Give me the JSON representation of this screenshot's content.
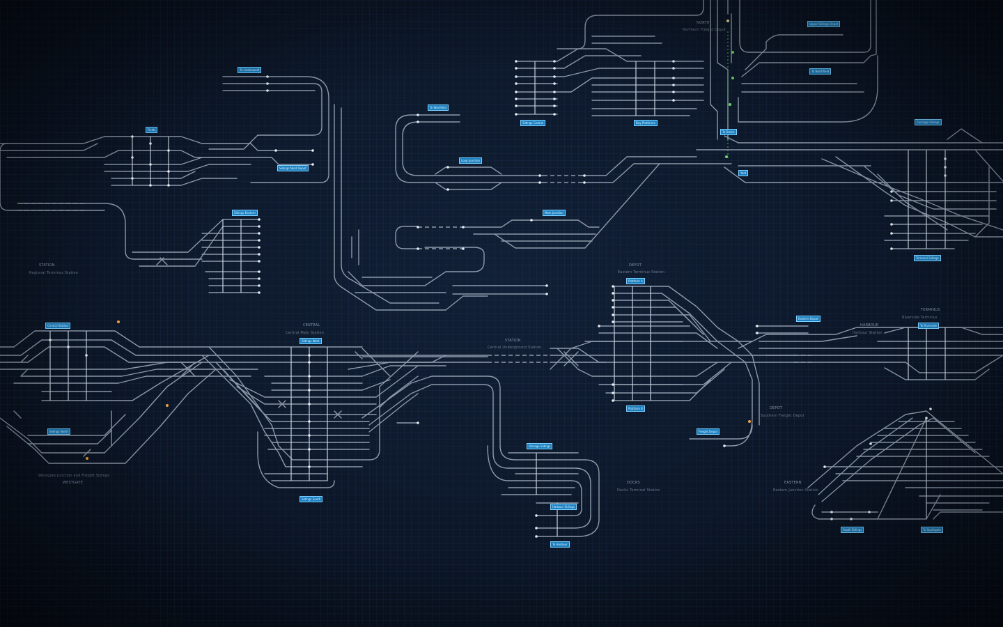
{
  "colors": {
    "background": "#0c1729",
    "track": "#8d9aab",
    "tag_fill": "#1c7fbf",
    "tag_border": "#7fd0ff",
    "green_signal": "#6ad66a"
  },
  "tags": {
    "t1": "To Lindenwold",
    "t2": "Fields",
    "t3": "Sidings Nord Depot",
    "t4": "Sidings Eastern",
    "t5": "To Westfield",
    "t6": "Loop Junction",
    "t7": "Main Junction",
    "t8": "Sidings Central",
    "t9": "Bay Platforms",
    "t10": "Upper Sidings Depot",
    "t11": "Carriage Sidings",
    "t12": "Terminal Sidings",
    "t13": "Platform A",
    "t14": "Platform B",
    "t15": "Central Station",
    "t16": "Sidings West",
    "t17": "Sidings North",
    "t18": "Sidings South",
    "t19": "Eastern Depot",
    "t20": "To Riverside",
    "t21": "Freight Depot",
    "t22": "Storage Sidings",
    "t23": "Harbour Sidings",
    "t24": "To Harbour",
    "t25": "South Sidings",
    "t26": "To Southgate",
    "t27": "To Docks",
    "t28": "To Northfield",
    "t29": "Yard"
  },
  "labels": {
    "l1": "STATION",
    "l2": "Regional Terminus Station",
    "l3": "CENTRAL",
    "l4": "Central Main Station",
    "l5": "STATION",
    "l6": "Central Underground Station",
    "l7": "DEPOT",
    "l8": "Eastern Terminus Station",
    "l9": "HARBOUR",
    "l10": "Harbour Station",
    "l11": "TERMINUS",
    "l12": "Riverside Terminus",
    "l13": "DEPOT",
    "l14": "Southern Freight Depot",
    "l15": "WESTGATE",
    "l16": "Westgate Junction and Freight Sidings",
    "l17": "DOCKS",
    "l18": "Docks Terminal Station",
    "l19": "EASTERN",
    "l20": "Eastern Junction Station",
    "l21": "NORTH",
    "l22": "Northern Freight Depot"
  }
}
